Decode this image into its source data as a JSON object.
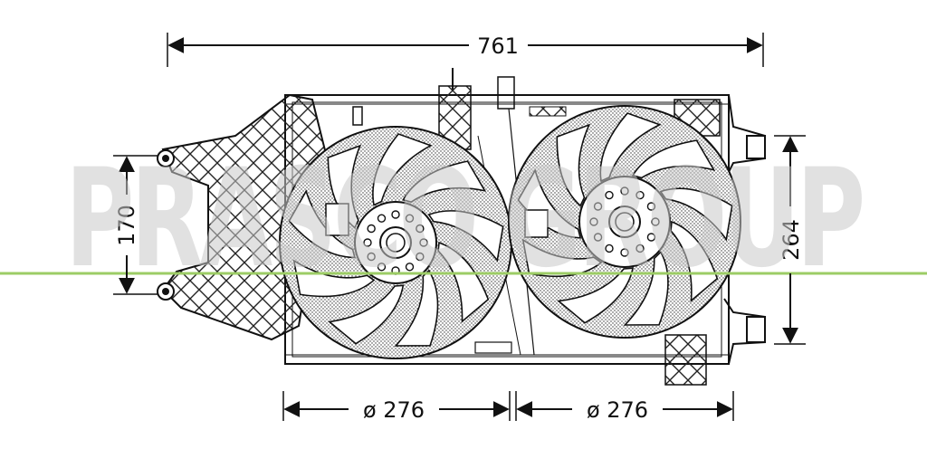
{
  "diagram": {
    "dimensions": {
      "overall_width": "761",
      "left_height": "170",
      "right_height": "264",
      "left_fan_diameter": "ø 276",
      "right_fan_diameter": "ø 276"
    },
    "watermark": "PRASCO GROUP",
    "colors": {
      "line": "#111111",
      "watermark": "#c9c9c9",
      "accent_line": "#9ccc65",
      "background": "#ffffff"
    }
  }
}
